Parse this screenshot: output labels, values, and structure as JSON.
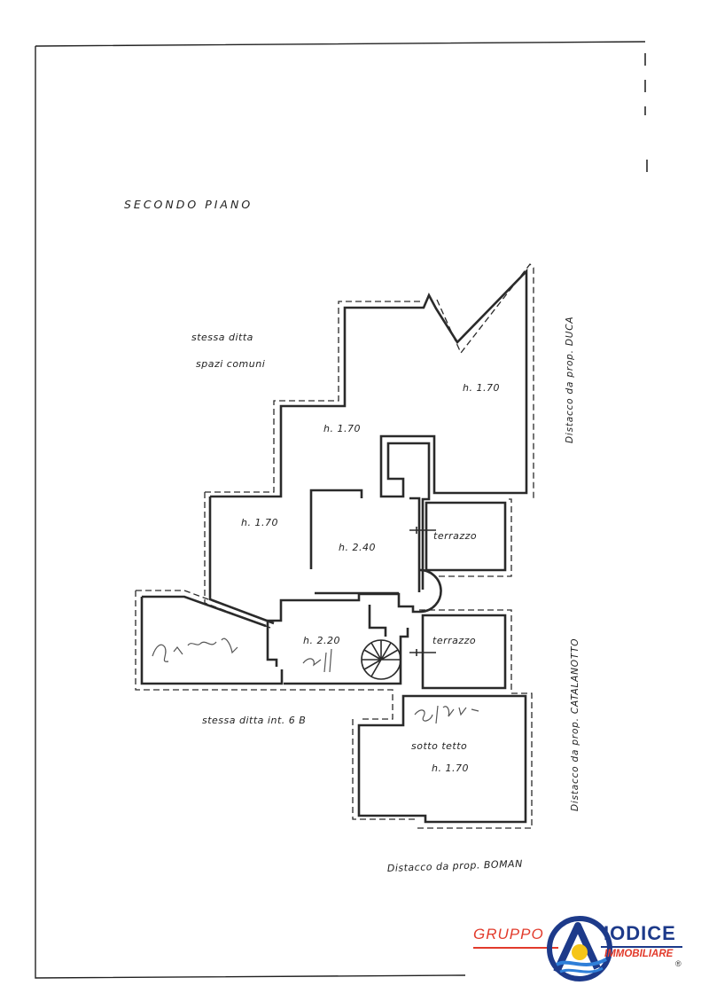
{
  "plan": {
    "title": "SECONDO PIANO",
    "labels": {
      "stessa_ditta": "stessa ditta",
      "spazi_comuni": "spazi comuni",
      "h_top_right": "h. 1.70",
      "h_upper_center": "h. 1.70",
      "h_left": "h. 1.70",
      "h_center": "h. 2.40",
      "terrazzo_1": "terrazzo",
      "terrazzo_2": "terrazzo",
      "h_lower_center": "h. 2.20",
      "stessa_ditta_int": "stessa ditta  int. 6 B",
      "sotto_tetto": "sotto tetto",
      "h_bottom": "h. 1.70",
      "distacco_duca": "Distacco da prop. DUCA",
      "distacco_catalanotto": "Distacco da prop. CATALANOTTO",
      "distacco_boman": "Distacco da prop. BOMAN"
    }
  },
  "logo": {
    "gruppo": "GRUPPO",
    "iodice": "IODICE",
    "immobiliare": "IMMOBILIARE",
    "reg_mark": "®",
    "colors": {
      "blue": "#1d3a8a",
      "red": "#e23a2b",
      "yellow": "#f5c518"
    }
  }
}
